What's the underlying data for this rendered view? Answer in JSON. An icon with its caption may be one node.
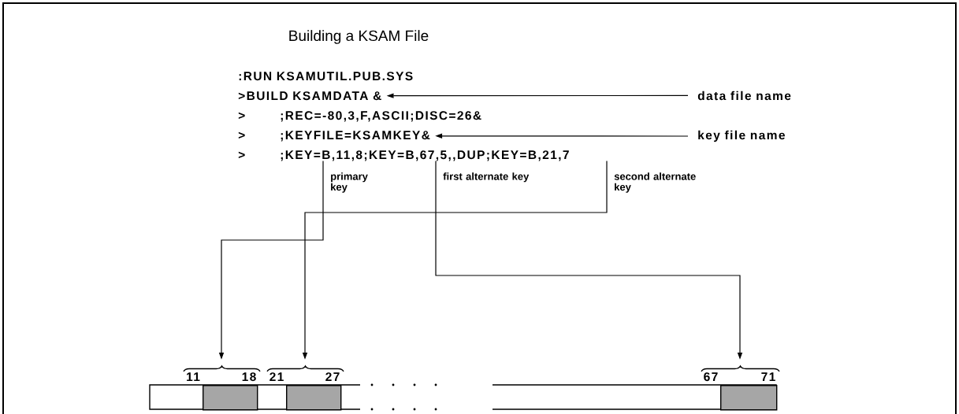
{
  "diagram": {
    "title": "Building a KSAM File",
    "nodes": [
      {
        "text": [
          ">BUILD KSAMDATA &"
        ]
      },
      {
        "text": [
          "data file name"
        ]
      },
      {
        "text": [
          ">",
          ";KEYFILE=KSAMKEY&"
        ]
      },
      {
        "text": [
          "key file name"
        ]
      },
      {
        "text": [
          ">",
          ";KEY=B,11,8;KEY=B,67,5,,DUP;KEY=B,21,7"
        ]
      },
      {
        "text": [],
        "shape": "bar"
      },
      {
        "text": [],
        "shape": "box",
        "in": 5,
        "beside": [
          "11",
          "18"
        ]
      },
      {
        "text": [],
        "shape": "box",
        "in": 5,
        "beside": [
          "21",
          "27"
        ]
      },
      {
        "text": [],
        "shape": "box",
        "in": 5,
        "beside": [
          "67",
          "71"
        ]
      }
    ],
    "edges": [
      {
        "from": 1,
        "to": 0,
        "arrow": "to"
      },
      {
        "from": 3,
        "to": 2,
        "arrow": "to"
      },
      {
        "from": 4,
        "to": 6,
        "arrow": "to",
        "label": "primary key"
      },
      {
        "from": 4,
        "to": 8,
        "arrow": "to",
        "label": "first alternate key"
      },
      {
        "from": 4,
        "to": 7,
        "arrow": "to",
        "label": "second alternate key"
      }
    ],
    "labels": [
      ":RUN KSAMUTIL.PUB.SYS",
      ">",
      ";REC=-80,3,F,ASCII;DISC=26&"
    ]
  }
}
